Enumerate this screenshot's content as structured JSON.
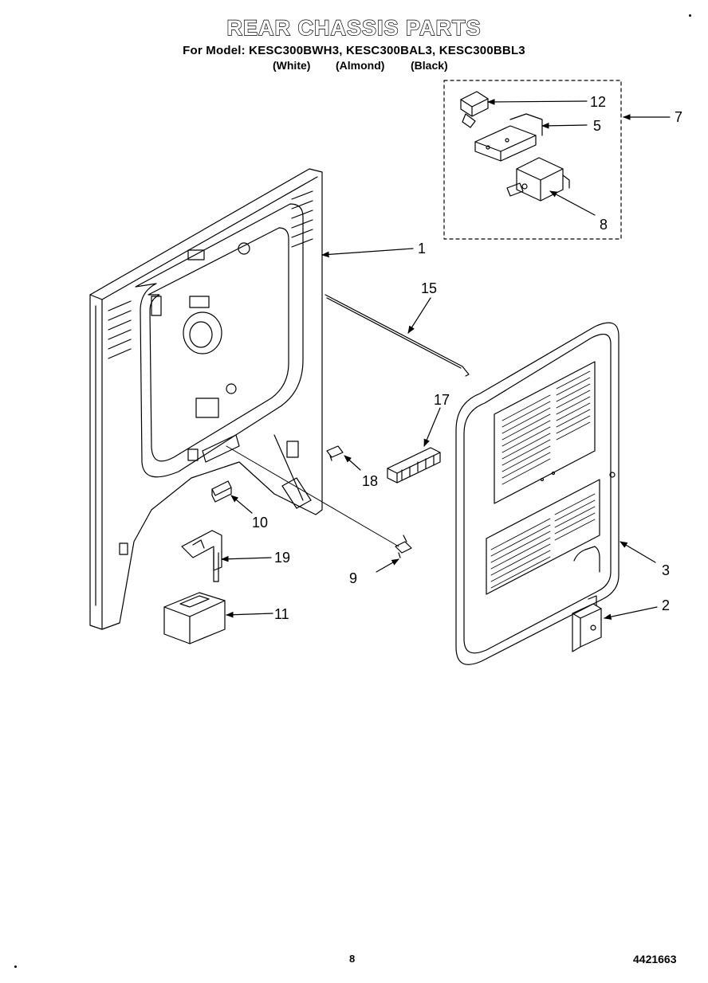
{
  "title": "REAR CHASSIS PARTS",
  "model_line": "For Model: KESC300BWH3, KESC300BAL3, KESC300BBL3",
  "colors": [
    "(White)",
    "(Almond)",
    "(Black)"
  ],
  "callouts": [
    "12",
    "5",
    "7",
    "8",
    "1",
    "15",
    "17",
    "18",
    "10",
    "19",
    "9",
    "11",
    "3",
    "2"
  ],
  "page_number": "8",
  "document_number": "4421663"
}
